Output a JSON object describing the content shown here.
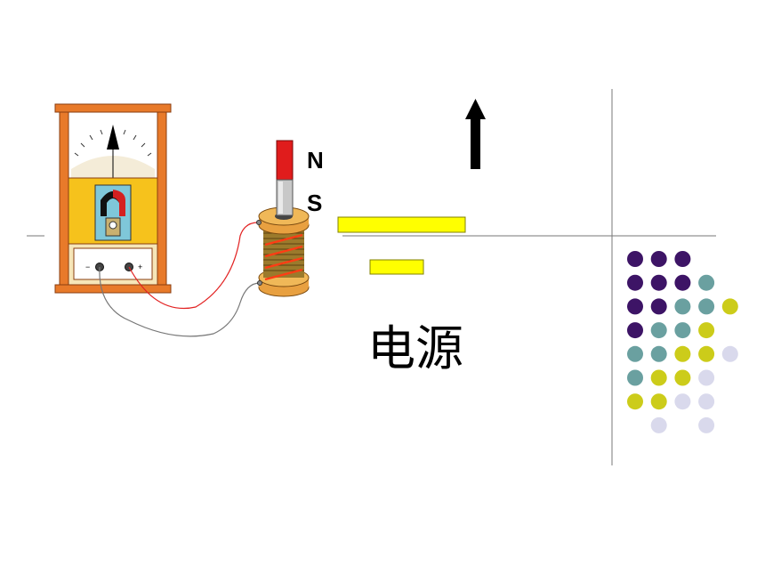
{
  "labels": {
    "north": "N",
    "south": "S",
    "power_source": "电源",
    "galvanometer_minus": "−",
    "galvanometer_plus": "+"
  },
  "colors": {
    "frame_orange": "#e87a2a",
    "magnet_red": "#e01c1c",
    "magnet_gray": "#c8c8c8",
    "coil_bronze": "#9b7a2c",
    "coil_wire": "#ff3c14",
    "yellow_bar": "#ffff00",
    "dot_purple": "#3d1466",
    "dot_teal": "#6aa0a0",
    "dot_olive": "#cccc1a",
    "dot_lavender": "#d9d9ec",
    "wire_red": "#e22222",
    "wire_gray": "#777777"
  },
  "icons": {
    "galvanometer": "galvanometer-icon",
    "bar_magnet": "bar-magnet-icon",
    "coil": "coil-icon",
    "arrow": "arrow-up-icon"
  },
  "dot_grid": [
    [
      "purple",
      "purple",
      "purple",
      "none",
      "none"
    ],
    [
      "purple",
      "purple",
      "purple",
      "teal",
      "none"
    ],
    [
      "purple",
      "purple",
      "teal",
      "teal",
      "olive"
    ],
    [
      "purple",
      "teal",
      "teal",
      "olive",
      "none"
    ],
    [
      "teal",
      "teal",
      "olive",
      "olive",
      "lavender"
    ],
    [
      "teal",
      "olive",
      "olive",
      "lavender",
      "none"
    ],
    [
      "olive",
      "olive",
      "lavender",
      "lavender",
      "none"
    ],
    [
      "none",
      "lavender",
      "none",
      "lavender",
      "none"
    ]
  ]
}
